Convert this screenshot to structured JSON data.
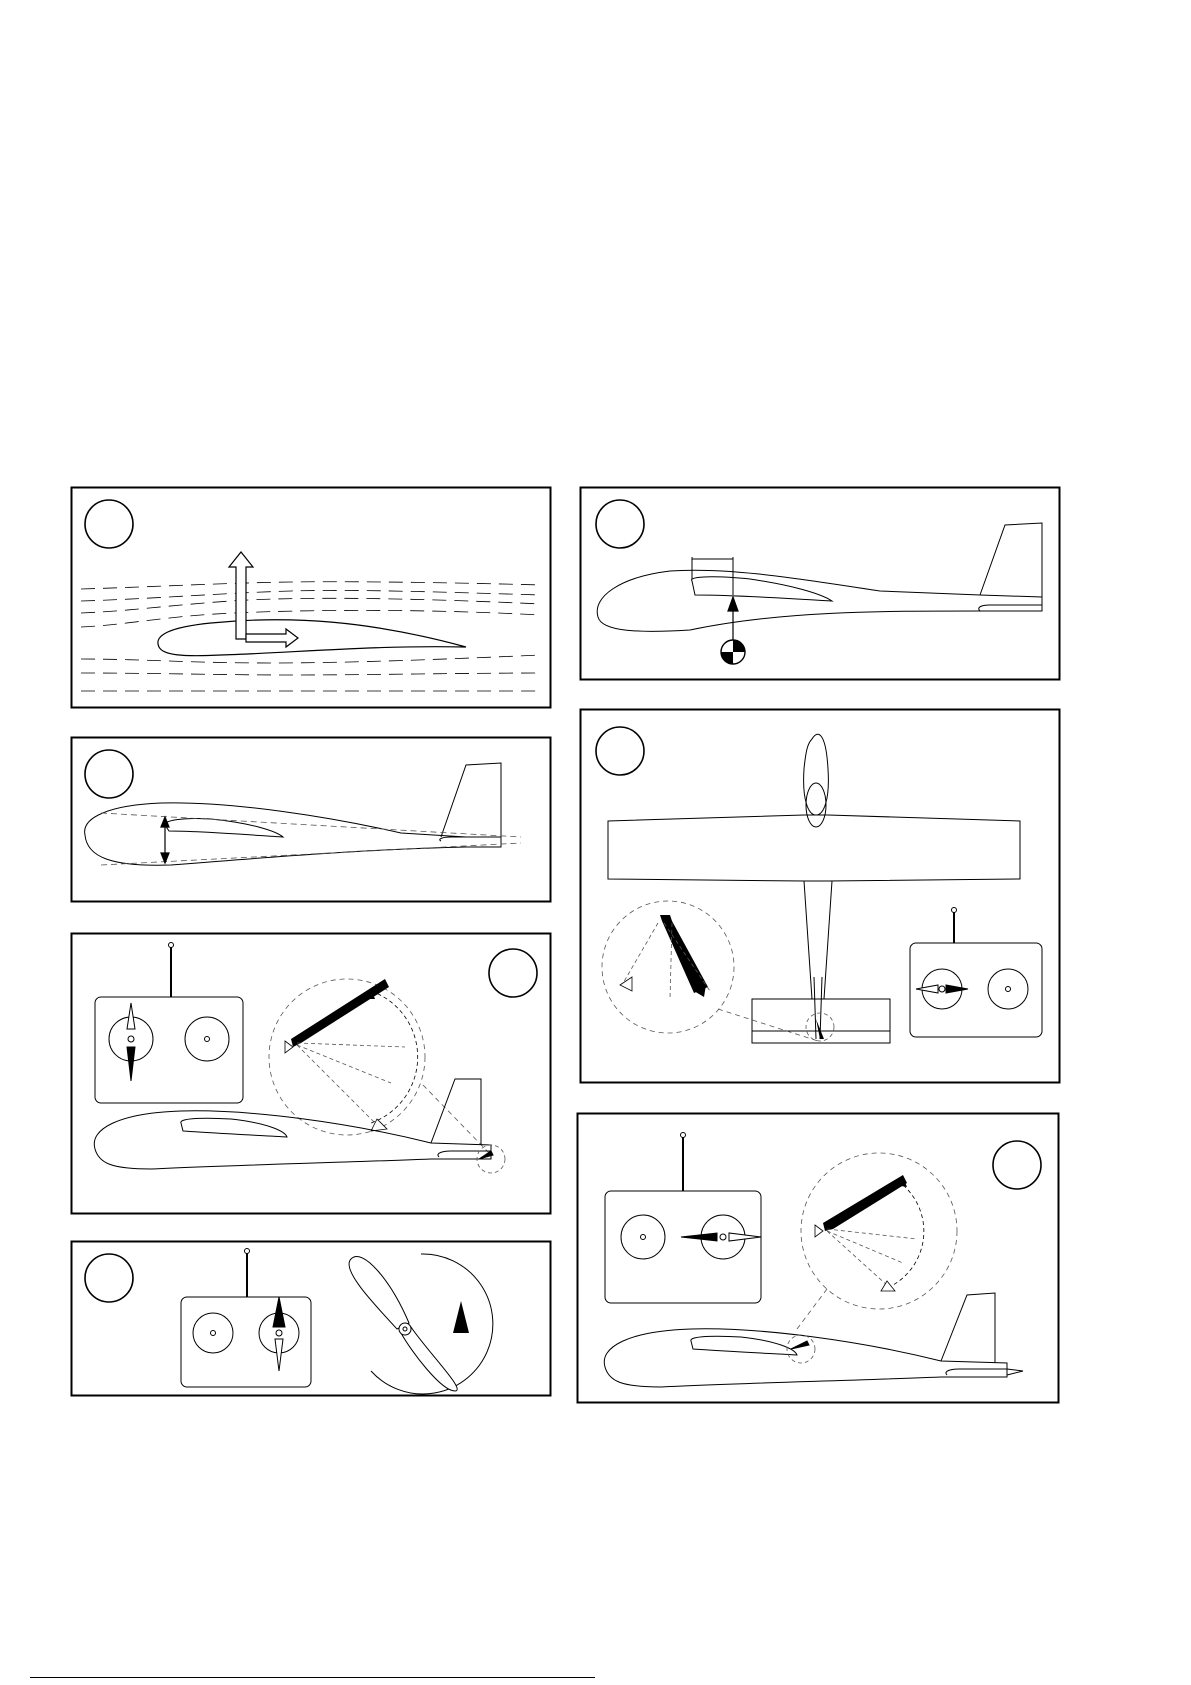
{
  "page": {
    "background": "#ffffff"
  },
  "style": {
    "stroke": "#000000",
    "fill_dark": "#000000",
    "fill_light": "#ffffff",
    "dashed": "#555555"
  },
  "panels": [
    {
      "id": "airflow-lift",
      "number_label": "",
      "icons": [
        "airfoil-icon",
        "lift-arrow-icon",
        "drag-arrow-icon",
        "streamline-icon"
      ]
    },
    {
      "id": "center-of-gravity",
      "number_label": "",
      "icons": [
        "glider-side-icon",
        "cg-symbol-icon",
        "cg-arrow-icon"
      ]
    },
    {
      "id": "wing-incidence",
      "number_label": "",
      "icons": [
        "glider-side-icon",
        "decalage-arrow-icon"
      ]
    },
    {
      "id": "rudder-control",
      "number_label": "",
      "icons": [
        "glider-top-icon",
        "transmitter-icon",
        "rudder-detail-icon"
      ]
    },
    {
      "id": "elevator-control",
      "number_label": "",
      "icons": [
        "transmitter-icon",
        "elevator-detail-icon",
        "glider-side-icon"
      ]
    },
    {
      "id": "aileron-control",
      "number_label": "",
      "icons": [
        "transmitter-icon",
        "aileron-detail-icon",
        "glider-side-icon"
      ]
    },
    {
      "id": "motor-throttle",
      "number_label": "",
      "icons": [
        "transmitter-icon",
        "propeller-icon",
        "rotation-arrow-icon"
      ]
    }
  ]
}
